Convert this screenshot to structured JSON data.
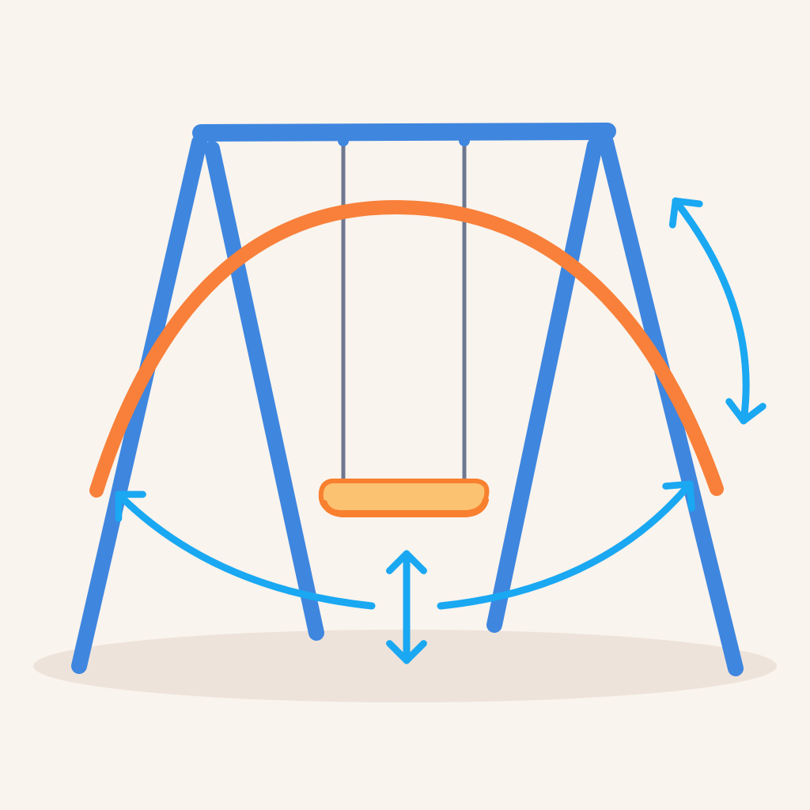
{
  "colors": {
    "background": "#f9f4ee",
    "frame": "#3f86df",
    "rope": "#6f7890",
    "seat_fill": "#fbc271",
    "seat_edge": "#f8802f",
    "arc": "#f8803a",
    "arrow": "#1aa8f2",
    "ground_shadow": "#eee3da"
  },
  "diagram": {
    "subject": "swing-set",
    "motion_arc": "pendulum-swing",
    "arrows": [
      "swing-left-arrow",
      "swing-right-arrow",
      "vertical-bounce-arrow",
      "rotation-arrow"
    ]
  }
}
